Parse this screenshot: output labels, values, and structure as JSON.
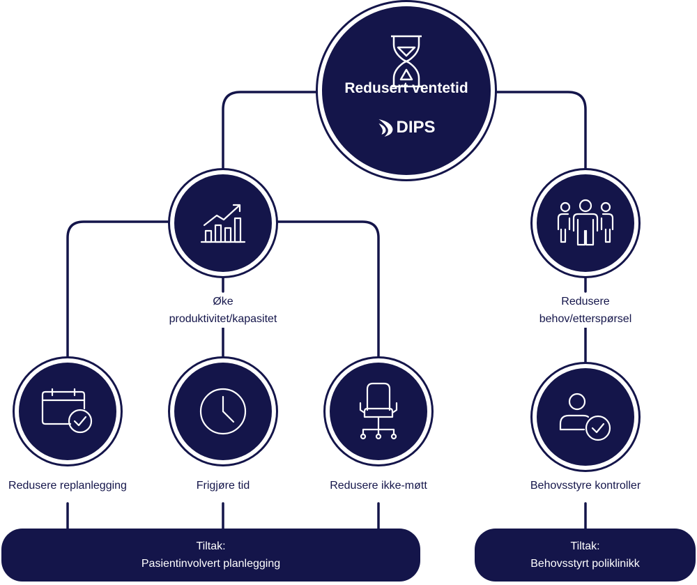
{
  "root": {
    "title": "Redusert ventetid",
    "logo_text": "DIPS",
    "icon": "hourglass-icon"
  },
  "level1": [
    {
      "label_line1": "Øke",
      "label_line2": "produktivitet/kapasitet",
      "icon": "growth-chart-icon"
    },
    {
      "label_line1": "Redusere",
      "label_line2": "behov/etterspørsel",
      "icon": "people-group-icon"
    }
  ],
  "level2": [
    {
      "label": "Redusere replanlegging",
      "icon": "calendar-check-icon"
    },
    {
      "label": "Frigjøre tid",
      "icon": "clock-icon"
    },
    {
      "label": "Redusere ikke-møtt",
      "icon": "office-chair-icon"
    },
    {
      "label": "Behovsstyre kontroller",
      "icon": "user-check-icon"
    }
  ],
  "actions": [
    {
      "heading": "Tiltak:",
      "text": "Pasientinvolvert planlegging"
    },
    {
      "heading": "Tiltak:",
      "text": "Behovsstyrt poliklinikk"
    }
  ],
  "colors": {
    "primary": "#14154a",
    "background": "#ffffff",
    "text_on_dark": "#ffffff"
  }
}
